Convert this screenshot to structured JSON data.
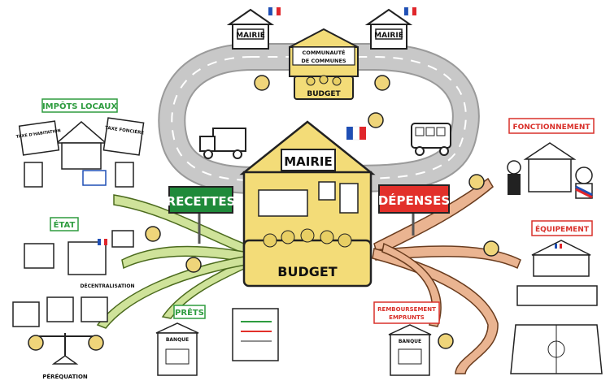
{
  "labels": {
    "mairie_left": "MAIRIE",
    "mairie_right": "MAIRIE",
    "communaute_line1": "COMMUNAUTÉ",
    "communaute_line2": "DE COMMUNES",
    "budget_top": "BUDGET",
    "mairie_center": "MAIRIE",
    "budget_center": "BUDGET",
    "recettes": "RECETTES",
    "depenses": "DÉPENSES",
    "impots_locaux": "IMPÔTS LOCAUX",
    "taxe_habitation": "TAXE D'HABITATION",
    "taxe_fonciere": "TAXE FONCIÈRE",
    "etat": "ÉTAT",
    "decentralisation": "DÉCENTRALISATION",
    "perequation": "PÉRÉQUATION",
    "prets": "PRÊTS",
    "banque_left": "BANQUE",
    "remboursements_line1": "REMBOURSEMENT",
    "remboursements_line2": "EMPRUNTS",
    "banque_right": "BANQUE",
    "fonctionnement": "FONCTIONNEMENT",
    "equipement": "ÉQUIPEMENT"
  },
  "colors": {
    "recettes_bg": "#1f8a3a",
    "depenses_bg": "#e2302a",
    "label_green": "#2e9c3f",
    "label_red": "#d9302a",
    "house_yellow": "#f3dc78",
    "root_green": "#cfe39a",
    "root_orange": "#eab491",
    "road_gray": "#b5b5b5"
  },
  "icons": [
    "flag-fr-icon",
    "money-bag-icon",
    "truck-icon",
    "bus-icon",
    "bank-icon",
    "school-icon",
    "basketball-court-icon",
    "mayor-icon"
  ]
}
